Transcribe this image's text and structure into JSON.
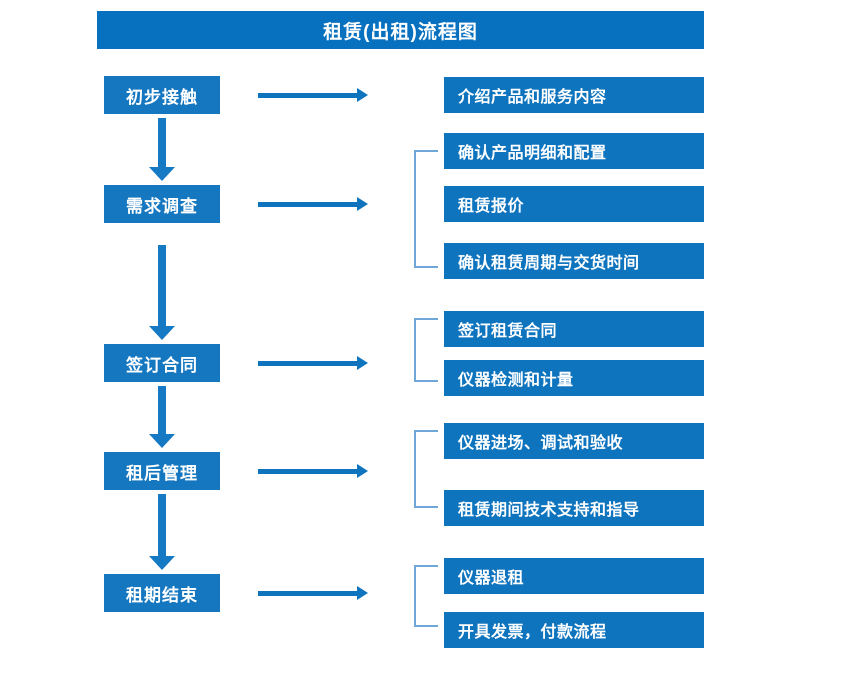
{
  "title": "租赁(出租)流程图",
  "colors": {
    "title_bar": "#0770bf",
    "stage_box": "#1577c0",
    "detail_box": "#0f74be",
    "arrow": "#1579c4",
    "bracket": "#6fa8d8",
    "text": "#ffffff",
    "background": "#ffffff"
  },
  "stages": [
    {
      "label": "初步接触"
    },
    {
      "label": "需求调查"
    },
    {
      "label": "签订合同"
    },
    {
      "label": "租后管理"
    },
    {
      "label": "租期结束"
    }
  ],
  "details": [
    {
      "label": "介绍产品和服务内容"
    },
    {
      "label": "确认产品明细和配置"
    },
    {
      "label": "租赁报价"
    },
    {
      "label": "确认租赁周期与交货时间"
    },
    {
      "label": "签订租赁合同"
    },
    {
      "label": "仪器检测和计量"
    },
    {
      "label": "仪器进场、调试和验收"
    },
    {
      "label": "租赁期间技术支持和指导"
    },
    {
      "label": "仪器退租"
    },
    {
      "label": "开具发票，付款流程"
    }
  ]
}
